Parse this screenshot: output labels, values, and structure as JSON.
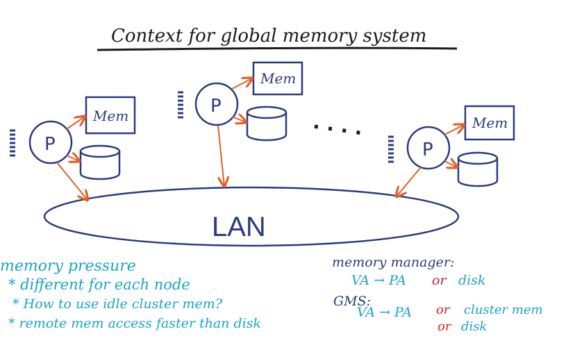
{
  "title": "Context for global memory system",
  "colors": {
    "ink": "#2b3a7a",
    "arrow": "#e0602a",
    "teal": "#1aa3c7",
    "red": "#cc1f2a"
  },
  "nodes": [
    {
      "processor_label": "P",
      "memory_label": "Mem"
    },
    {
      "processor_label": "P",
      "memory_label": "Mem"
    },
    {
      "processor_label": "P",
      "memory_label": "Mem"
    }
  ],
  "ellipsis": ". . . .",
  "network_label": "LAN",
  "memory_pressure": {
    "heading": "memory pressure",
    "bullets": [
      "* different for each node",
      "* How to use idle cluster mem?",
      "* remote mem access faster than disk"
    ]
  },
  "memory_manager": {
    "heading": "memory manager:",
    "line_prefix": "VA → PA",
    "line_or": "or",
    "line_target": "disk"
  },
  "gms": {
    "heading": "GMS:",
    "line_prefix": "VA → PA",
    "or1": "or",
    "target1": "cluster mem",
    "or2": "or",
    "target2": "disk"
  }
}
